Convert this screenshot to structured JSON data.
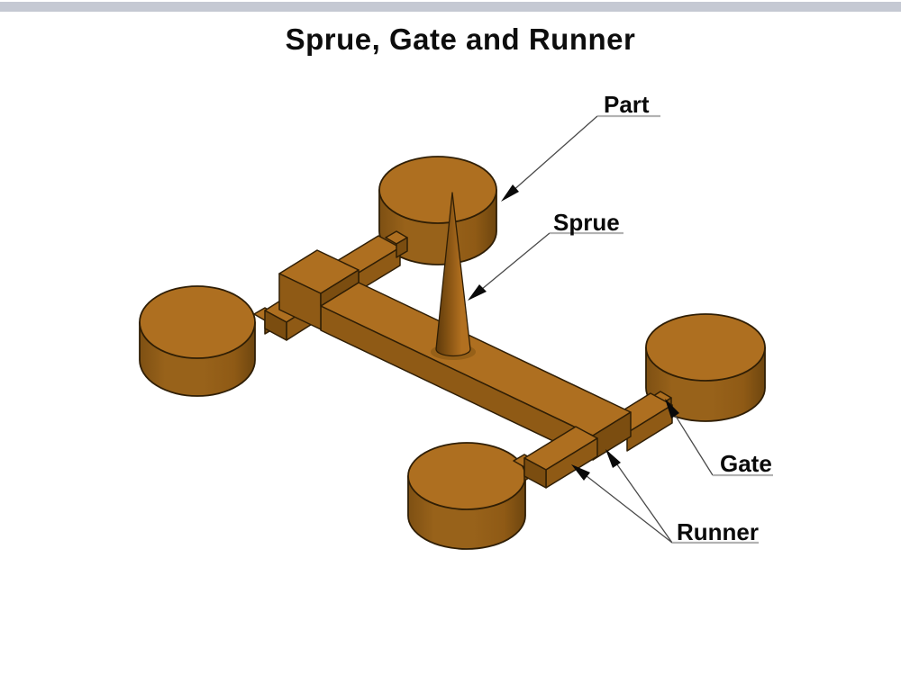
{
  "title": "Sprue, Gate and Runner",
  "background": "#ffffff",
  "diagram": {
    "labels": {
      "part": "Part",
      "sprue": "Sprue",
      "gate": "Gate",
      "runner": "Runner"
    },
    "colors": {
      "top_bar": "#c5c9d3",
      "background": "#ffffff",
      "title_text": "#0d0d0d",
      "top_face": "#ae6f20",
      "side_face": "#8f5a15",
      "shadow_face": "#7b4d10",
      "outline": "#2f1e05",
      "cyl_dark": "#6e460f",
      "cyl_mid": "#98621a",
      "cyl_edge": "#7e5013",
      "cone_dark": "#5e3a0b",
      "cone_mid": "#8a5614",
      "cone_light": "#b27020",
      "leader_line": "#4a4a4a",
      "underline": "#b3b3b3",
      "label_text": "#0a0a0a"
    }
  }
}
